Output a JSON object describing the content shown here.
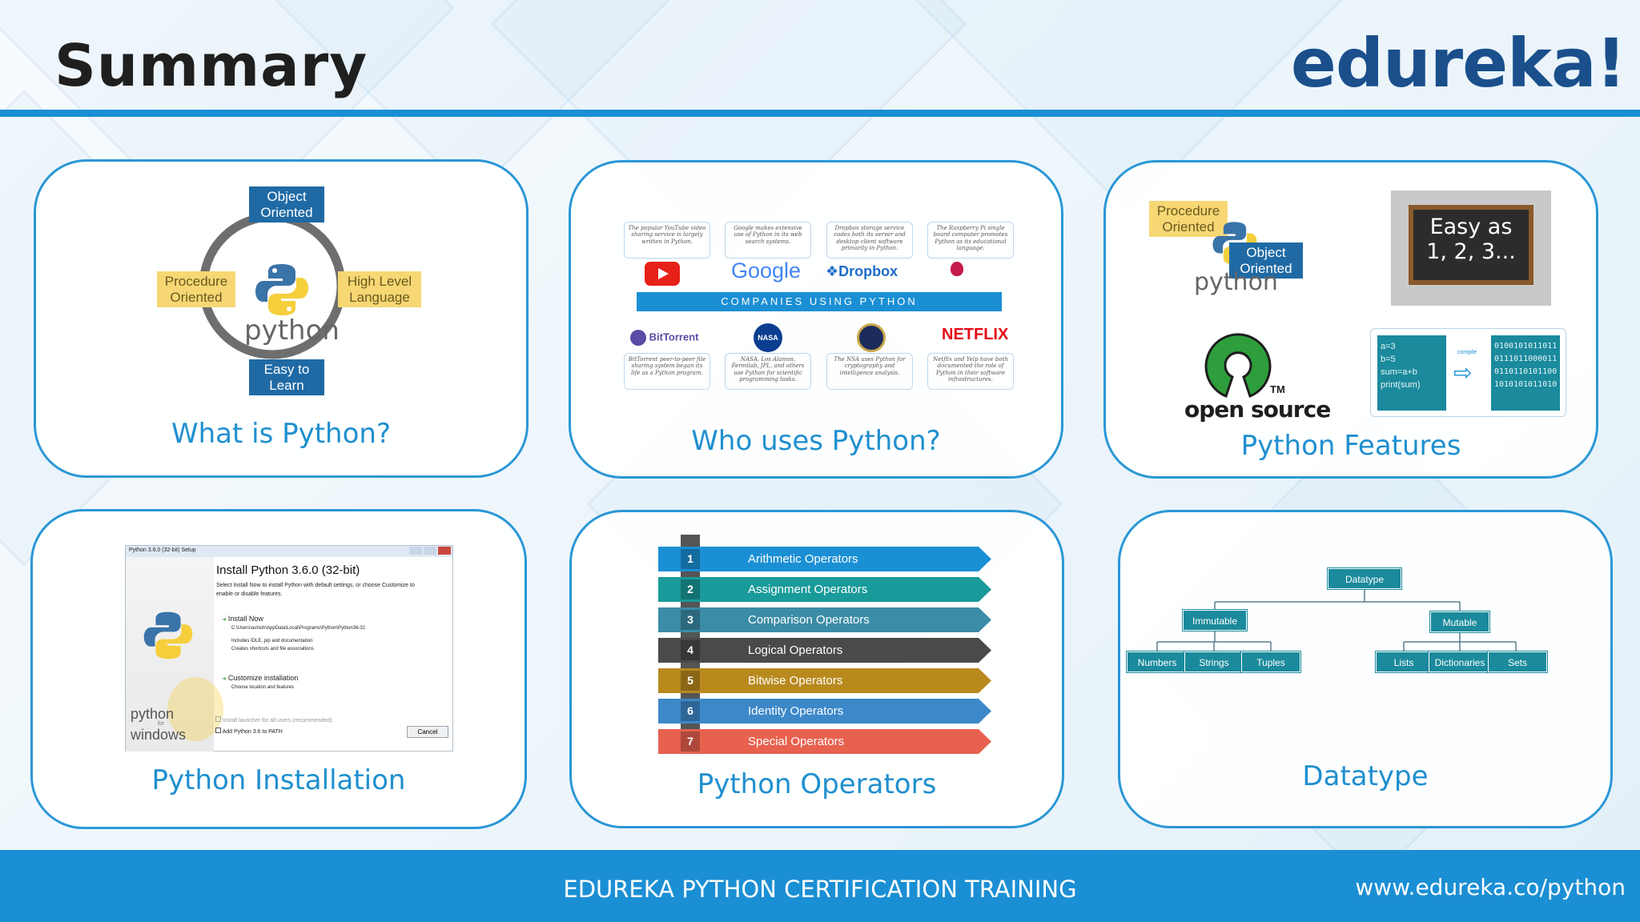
{
  "header": {
    "title": "Summary",
    "logo": "edureka!"
  },
  "cards": [
    {
      "title": "What is Python?",
      "tags": [
        "Object Oriented",
        "Procedure Oriented",
        "High Level Language",
        "Easy to Learn"
      ],
      "python_word": "python"
    },
    {
      "title": "Who uses Python?",
      "banner": "COMPANIES USING PYTHON",
      "companies_top": [
        {
          "blurb": "The popular YouTube video sharing service is largely written in Python.",
          "logo": "youtube-icon"
        },
        {
          "blurb": "Google makes extensive use of Python in its web search systems.",
          "logo": "Google"
        },
        {
          "blurb": "Dropbox storage service codes both its server and desktop client software primarily in Python.",
          "logo": "Dropbox"
        },
        {
          "blurb": "The Raspberry Pi single board computer promotes Python as its educational language.",
          "logo": "raspberry-pi-icon"
        }
      ],
      "companies_bottom": [
        {
          "blurb": "BitTorrent peer-to-peer file sharing system began its life as a Python program.",
          "logo": "BitTorrent"
        },
        {
          "blurb": "NASA, Los Alamos, Fermilab, JPL, and others use Python for scientific programming tasks.",
          "logo": "NASA"
        },
        {
          "blurb": "The NSA uses Python for cryptography and intelligence analysis.",
          "logo": "nsa-seal-icon"
        },
        {
          "blurb": "Netflix and Yelp have both documented the role of Python in their software infrastructures.",
          "logo": "NETFLIX"
        }
      ]
    },
    {
      "title": "Python Features",
      "tag_procedure": "Procedure Oriented",
      "tag_object": "Object Oriented",
      "python_word": "python",
      "easy_line1": "Easy as",
      "easy_line2": "1, 2, 3...",
      "open_source": "open source",
      "tm": "TM",
      "code_lines": [
        "a=3",
        "b=5",
        "sum=a+b",
        "print(sum)"
      ],
      "compile_label": "compile",
      "binary_lines": [
        "0100101011011",
        "0111011000011",
        "0110110101100",
        "1010101011010"
      ]
    },
    {
      "title": "Python Installation",
      "window_title": "Python 3.6.0 (32-bit) Setup",
      "heading": "Install Python 3.6.0 (32-bit)",
      "intro": "Select Install Now to install Python with default settings, or choose Customize to enable or disable features.",
      "install_now": "Install Now",
      "install_path": "C:\\Users\\ashish\\AppData\\Local\\Programs\\Python\\Python36-32",
      "install_note1": "Includes IDLE, pip and documentation",
      "install_note2": "Creates shortcuts and file associations",
      "customize": "Customize installation",
      "customize_note": "Choose location and features",
      "check1": "Install launcher for all users (recommended)",
      "check2": "Add Python 3.6 to PATH",
      "cancel": "Cancel",
      "side_python": "python",
      "side_for": "for",
      "side_windows": "windows"
    },
    {
      "title": "Python Operators",
      "operators": [
        {
          "num": "1",
          "label": "Arithmetic Operators",
          "color": "#1b8fd4"
        },
        {
          "num": "2",
          "label": "Assignment Operators",
          "color": "#1a9a9a"
        },
        {
          "num": "3",
          "label": "Comparison Operators",
          "color": "#3b8ca6"
        },
        {
          "num": "4",
          "label": "Logical Operators",
          "color": "#4a4a4a"
        },
        {
          "num": "5",
          "label": "Bitwise Operators",
          "color": "#b88a1e"
        },
        {
          "num": "6",
          "label": "Identity Operators",
          "color": "#3d88c9"
        },
        {
          "num": "7",
          "label": "Special Operators",
          "color": "#e8614f"
        }
      ]
    },
    {
      "title": "Datatype",
      "root": "Datatype",
      "immutable": "Immutable",
      "mutable": "Mutable",
      "immutable_children": [
        "Numbers",
        "Strings",
        "Tuples"
      ],
      "mutable_children": [
        "Lists",
        "Dictionaries",
        "Sets"
      ]
    }
  ],
  "footer": {
    "title": "EDUREKA PYTHON CERTIFICATION TRAINING",
    "url": "www.edureka.co/python"
  }
}
